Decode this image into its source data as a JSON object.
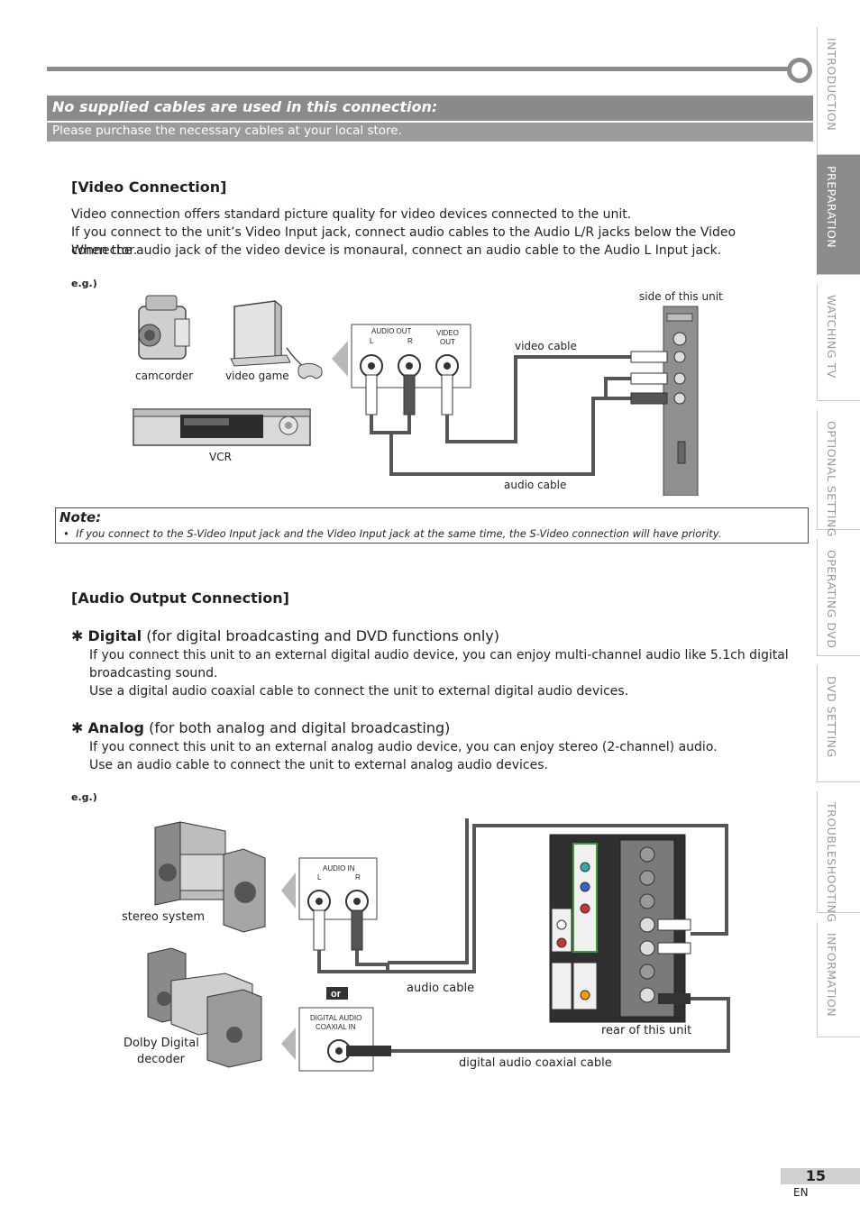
{
  "banner": {
    "title": "No supplied cables are used in this connection:",
    "subtitle": "Please purchase the necessary cables at your local store."
  },
  "side_tabs": [
    {
      "label": "INTRODUCTION",
      "active": false
    },
    {
      "label": "PREPARATION",
      "active": true
    },
    {
      "label": "WATCHING  TV",
      "active": false
    },
    {
      "label": "OPTIONAL  SETTING",
      "active": false
    },
    {
      "label": "OPERATING  DVD",
      "active": false
    },
    {
      "label": "DVD  SETTING",
      "active": false
    },
    {
      "label": "TROUBLESHOOTING",
      "active": false
    },
    {
      "label": "INFORMATION",
      "active": false
    }
  ],
  "video": {
    "heading": "[Video Connection]",
    "line1": "Video connection offers standard picture quality for video devices connected to the unit.",
    "line2": "If you connect to the unit’s Video Input jack, connect audio cables to the Audio L/R jacks below the Video connector.",
    "line3": "When the audio jack of the video device is monaural, connect an audio cable to the Audio L Input jack.",
    "eg": "e.g.)",
    "labels": {
      "camcorder": "camcorder",
      "video_game": "video game",
      "vcr": "VCR",
      "side_unit": "side of this unit",
      "video_cable": "video cable",
      "audio_cable": "audio cable",
      "audio_out": "AUDIO OUT",
      "l": "L",
      "r": "R",
      "video_out_1": "VIDEO",
      "video_out_2": "OUT"
    }
  },
  "note": {
    "title": "Note:",
    "bullet": "•",
    "text": "If you connect to the S-Video Input jack and the Video Input jack at the same time, the S-Video connection will have priority."
  },
  "audio": {
    "heading": "[Audio Output Connection]",
    "digital_star": "✱",
    "digital_title": "Digital",
    "digital_sub": " (for digital broadcasting and DVD functions only)",
    "digital_line1": "If you connect this unit to an external digital audio device, you can enjoy multi-channel audio like 5.1ch digital broadcasting sound.",
    "digital_line2": "Use a digital audio coaxial cable to connect the unit to external digital audio devices.",
    "analog_star": "✱",
    "analog_title": "Analog",
    "analog_sub": " (for both analog and digital broadcasting)",
    "analog_line1": "If you connect this unit to an external analog audio device, you can enjoy stereo (2-channel) audio.",
    "analog_line2": "Use an audio cable to connect the unit to external analog audio devices.",
    "eg": "e.g.)",
    "labels": {
      "stereo_system": "stereo system",
      "dolby_1": "Dolby Digital",
      "dolby_2": "decoder",
      "audio_in": "AUDIO IN",
      "l": "L",
      "r": "R",
      "or": "or",
      "audio_cable": "audio cable",
      "digital_coax_1": "DIGITAL AUDIO",
      "digital_coax_2": "COAXIAL  IN",
      "rear_unit": "rear of this unit",
      "digital_cable": "digital audio coaxial cable"
    }
  },
  "page": {
    "number": "15",
    "lang": "EN"
  }
}
